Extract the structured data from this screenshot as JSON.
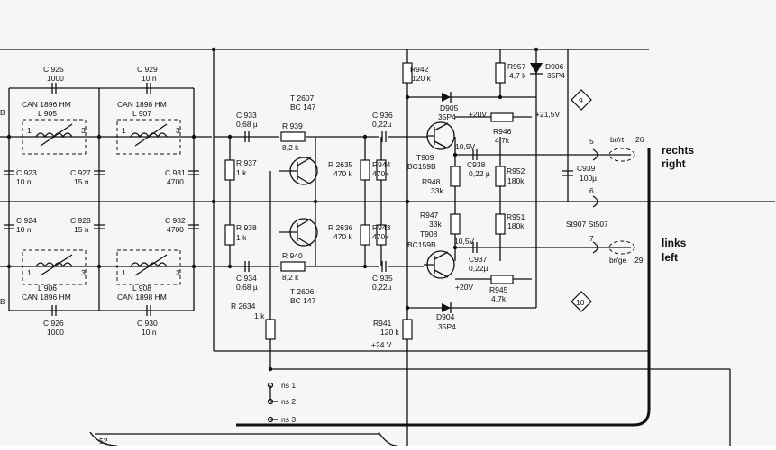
{
  "nodes": {
    "c925": {
      "name": "C 925",
      "value": "1000"
    },
    "c929": {
      "name": "C 929",
      "value": "10 n"
    },
    "l905": {
      "type": "CAN 1896 HM",
      "name": "L 905"
    },
    "l907": {
      "type": "CAN 1898 HM",
      "name": "L 907"
    },
    "c923": {
      "name": "C 923",
      "value": "10 n"
    },
    "c927": {
      "name": "C 927",
      "value": "15 n"
    },
    "c931": {
      "name": "C 931",
      "value": "4700"
    },
    "c924": {
      "name": "C 924",
      "value": "10 n"
    },
    "c928": {
      "name": "C 928",
      "value": "15 n"
    },
    "c932": {
      "name": "C 932",
      "value": "4700"
    },
    "l906": {
      "type": "CAN 1896 HM",
      "name": "L 906"
    },
    "l908": {
      "type": "CAN 1898 HM",
      "name": "L 908"
    },
    "c926": {
      "name": "C 926",
      "value": "1000"
    },
    "c930": {
      "name": "C 930",
      "value": "10 n"
    },
    "c933": {
      "name": "C 933",
      "value": "0,68 µ"
    },
    "c934": {
      "name": "C 934",
      "value": "0,68 µ"
    },
    "r939": {
      "name": "R 939",
      "value": "8,2 k"
    },
    "r940": {
      "name": "R 940",
      "value": "8,2 k"
    },
    "r937": {
      "name": "R 937",
      "value": "1 k"
    },
    "r938": {
      "name": "R 938",
      "value": "1 k"
    },
    "r2634": {
      "name": "R 2634",
      "value": "1 k"
    },
    "t2607": {
      "name": "T 2607",
      "type": "BC 147"
    },
    "t2606": {
      "name": "T 2606",
      "type": "BC 147"
    },
    "r2635": {
      "name": "R 2635",
      "value": "470 k"
    },
    "r2636": {
      "name": "R 2636",
      "value": "470 k"
    },
    "r944": {
      "name": "R944",
      "value": "470k"
    },
    "r943": {
      "name": "R943",
      "value": "470k"
    },
    "c936": {
      "name": "C 936",
      "value": "0,22µ"
    },
    "c935": {
      "name": "C 935",
      "value": "0,22µ"
    },
    "r942": {
      "name": "R942",
      "value": "120 k"
    },
    "r941": {
      "name": "R941",
      "value": "120 k"
    },
    "r957": {
      "name": "R957",
      "value": "4,7 k"
    },
    "d906": {
      "name": "D906",
      "type": "35P4"
    },
    "d905": {
      "name": "D905",
      "type": "35P4"
    },
    "d904": {
      "name": "D904",
      "type": "35P4"
    },
    "r946": {
      "name": "R946",
      "value": "4,7k"
    },
    "r945": {
      "name": "R945",
      "value": "4,7k"
    },
    "t909": {
      "name": "T909",
      "type": "BC159B"
    },
    "t908": {
      "name": "T908",
      "type": "BC159B"
    },
    "r948": {
      "name": "R948",
      "value": "33k"
    },
    "r947": {
      "name": "R947",
      "value": "33k"
    },
    "c938": {
      "name": "C938",
      "value": "0,22 µ"
    },
    "c937": {
      "name": "C937",
      "value": "0,22µ"
    },
    "r952": {
      "name": "R952",
      "value": "180k"
    },
    "r951": {
      "name": "R951",
      "value": "180k"
    },
    "c939": {
      "name": "C939",
      "value": "100µ"
    }
  },
  "voltages": {
    "v20_top": "+20V",
    "v215": "+21,5V",
    "v105_top": "10,5V",
    "v105_bot": "10,5V",
    "v20_bot": "+20V",
    "v24": "+24 V"
  },
  "markers": {
    "top": "9",
    "bottom": "10"
  },
  "connector": {
    "pin5": "5",
    "pin6": "6",
    "pin7": "7",
    "pin26": "26",
    "pin29": "29",
    "br_rt": "br/rt",
    "br_ge": "br/ge",
    "st": "St907  St507"
  },
  "outputs": {
    "right_de": "rechts",
    "right_en": "right",
    "left_de": "links",
    "left_en": "left"
  },
  "switch": {
    "ns1": "ns 1",
    "ns2": "ns 2",
    "ns3": "ns 3"
  },
  "pins": {
    "p1": "1",
    "p3": "3"
  },
  "edge": {
    "b_top": "B",
    "b_bot": "B",
    "ref52": "52"
  }
}
